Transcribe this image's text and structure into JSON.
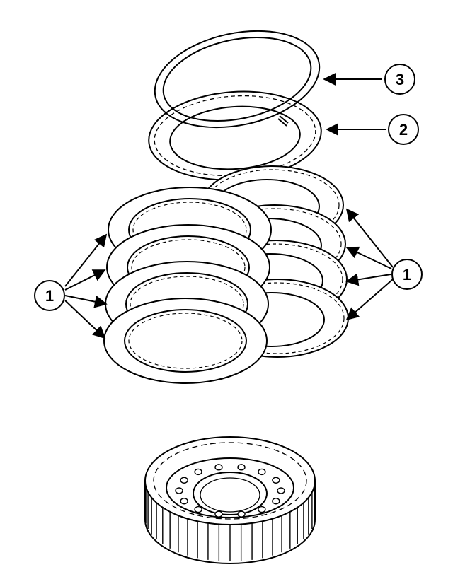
{
  "diagram": {
    "callouts": [
      {
        "id": "snap-ring",
        "label": "3"
      },
      {
        "id": "pressure-plate",
        "label": "2"
      },
      {
        "id": "clutch-plates-left",
        "label": "1"
      },
      {
        "id": "clutch-plates-right",
        "label": "1"
      }
    ],
    "colors": {
      "line": "#000000",
      "fill": "#ffffff",
      "background": "#ffffff"
    }
  }
}
